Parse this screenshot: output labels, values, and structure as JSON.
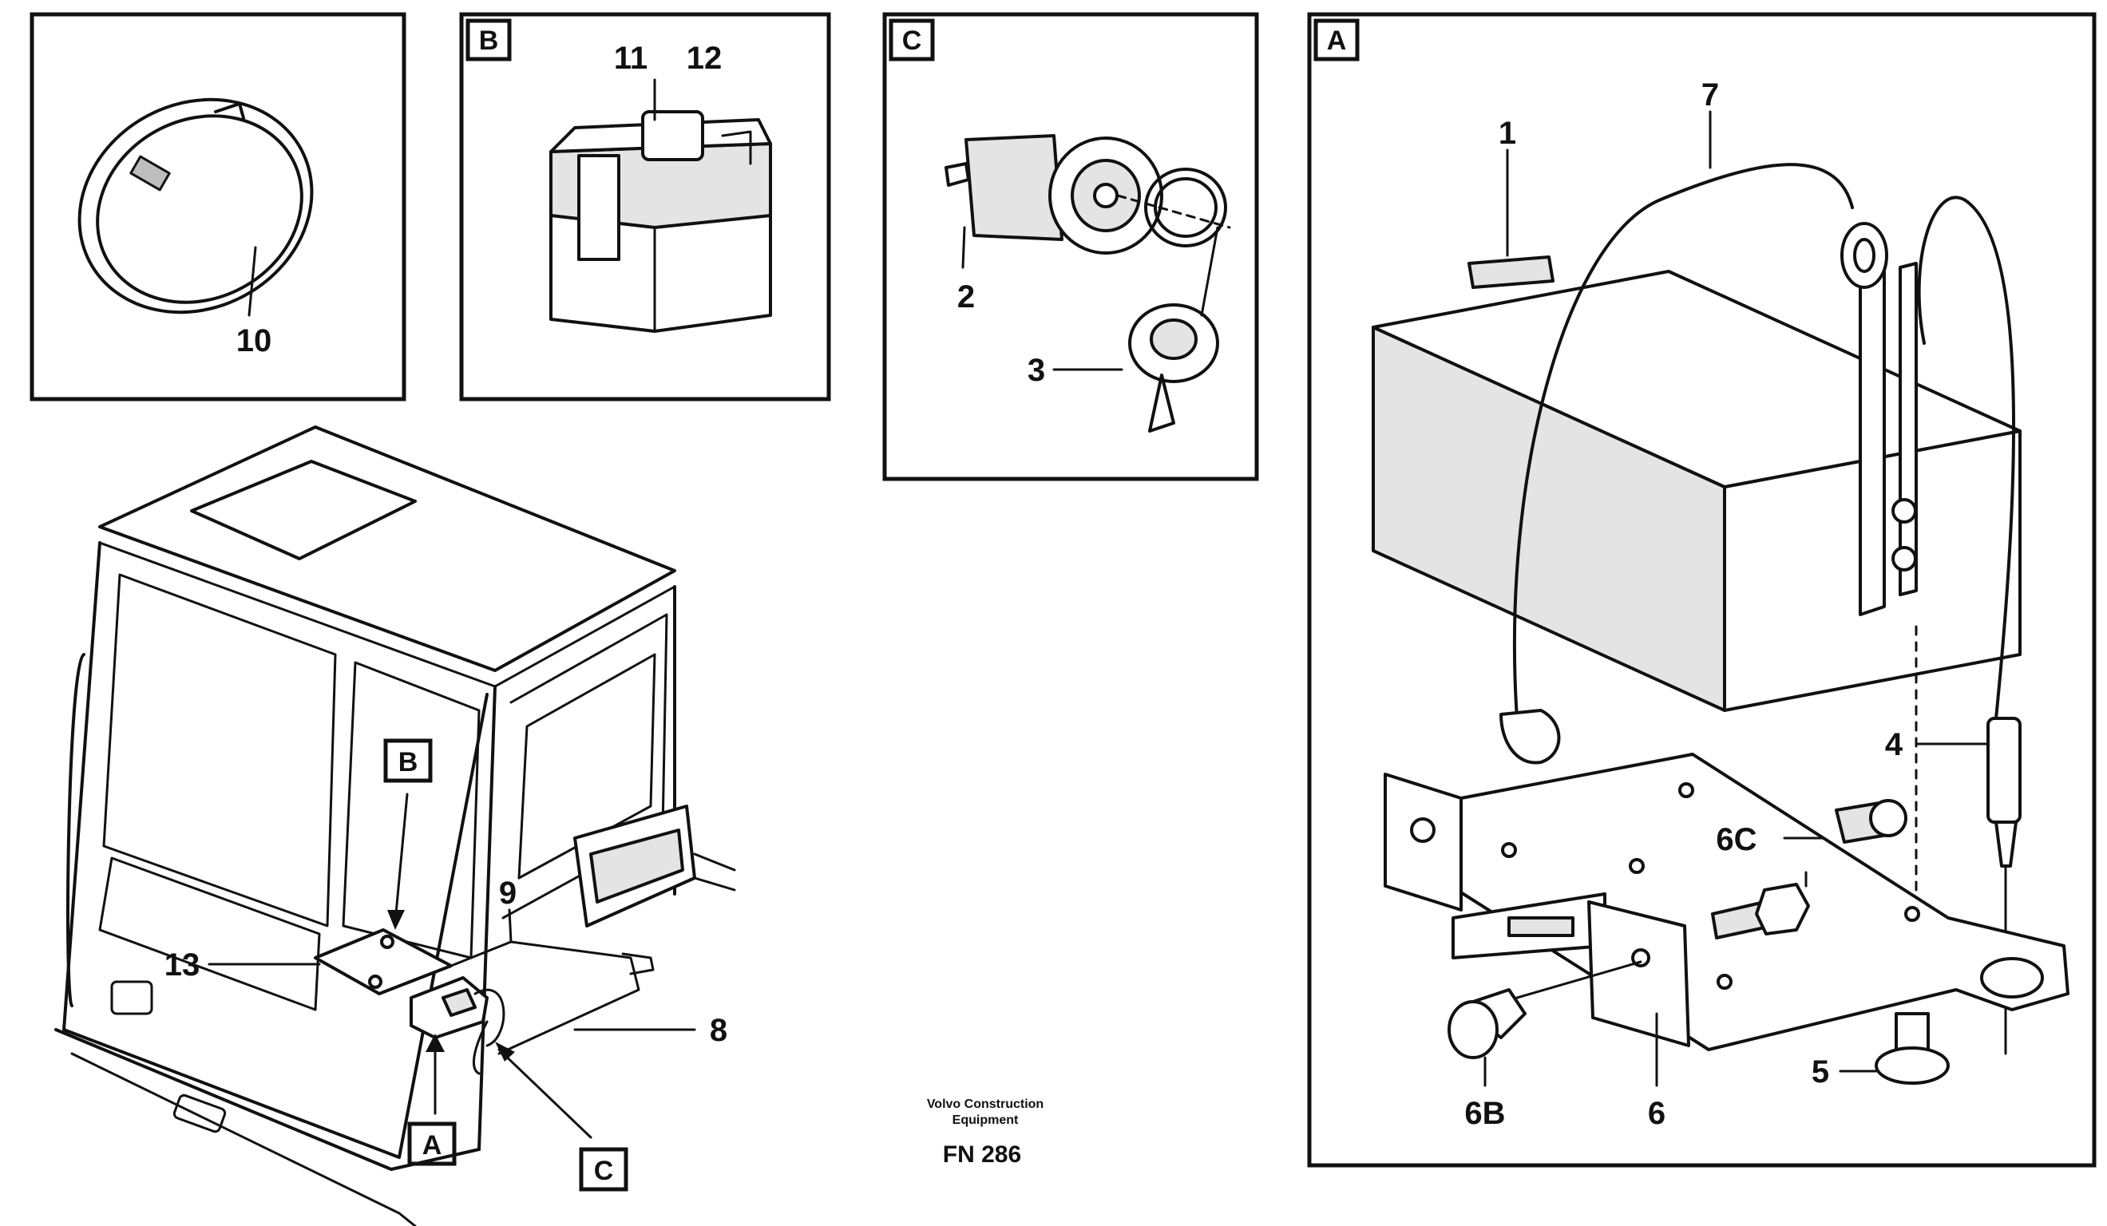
{
  "callouts": {
    "n1": "1",
    "n2": "2",
    "n3": "3",
    "n4": "4",
    "n5": "5",
    "n6": "6",
    "n6b": "6B",
    "n6c": "6C",
    "n7": "7",
    "n8": "8",
    "n9": "9",
    "n10": "10",
    "n11": "11",
    "n12": "12",
    "n13": "13"
  },
  "detail_tags": {
    "a_panel": "A",
    "b_panel": "B",
    "c_panel": "C",
    "a_cab": "A",
    "b_cab": "B",
    "c_cab": "C"
  },
  "footer": {
    "maker_line1": "Volvo Construction",
    "maker_line2": "Equipment",
    "figure_code": "FN 286"
  }
}
